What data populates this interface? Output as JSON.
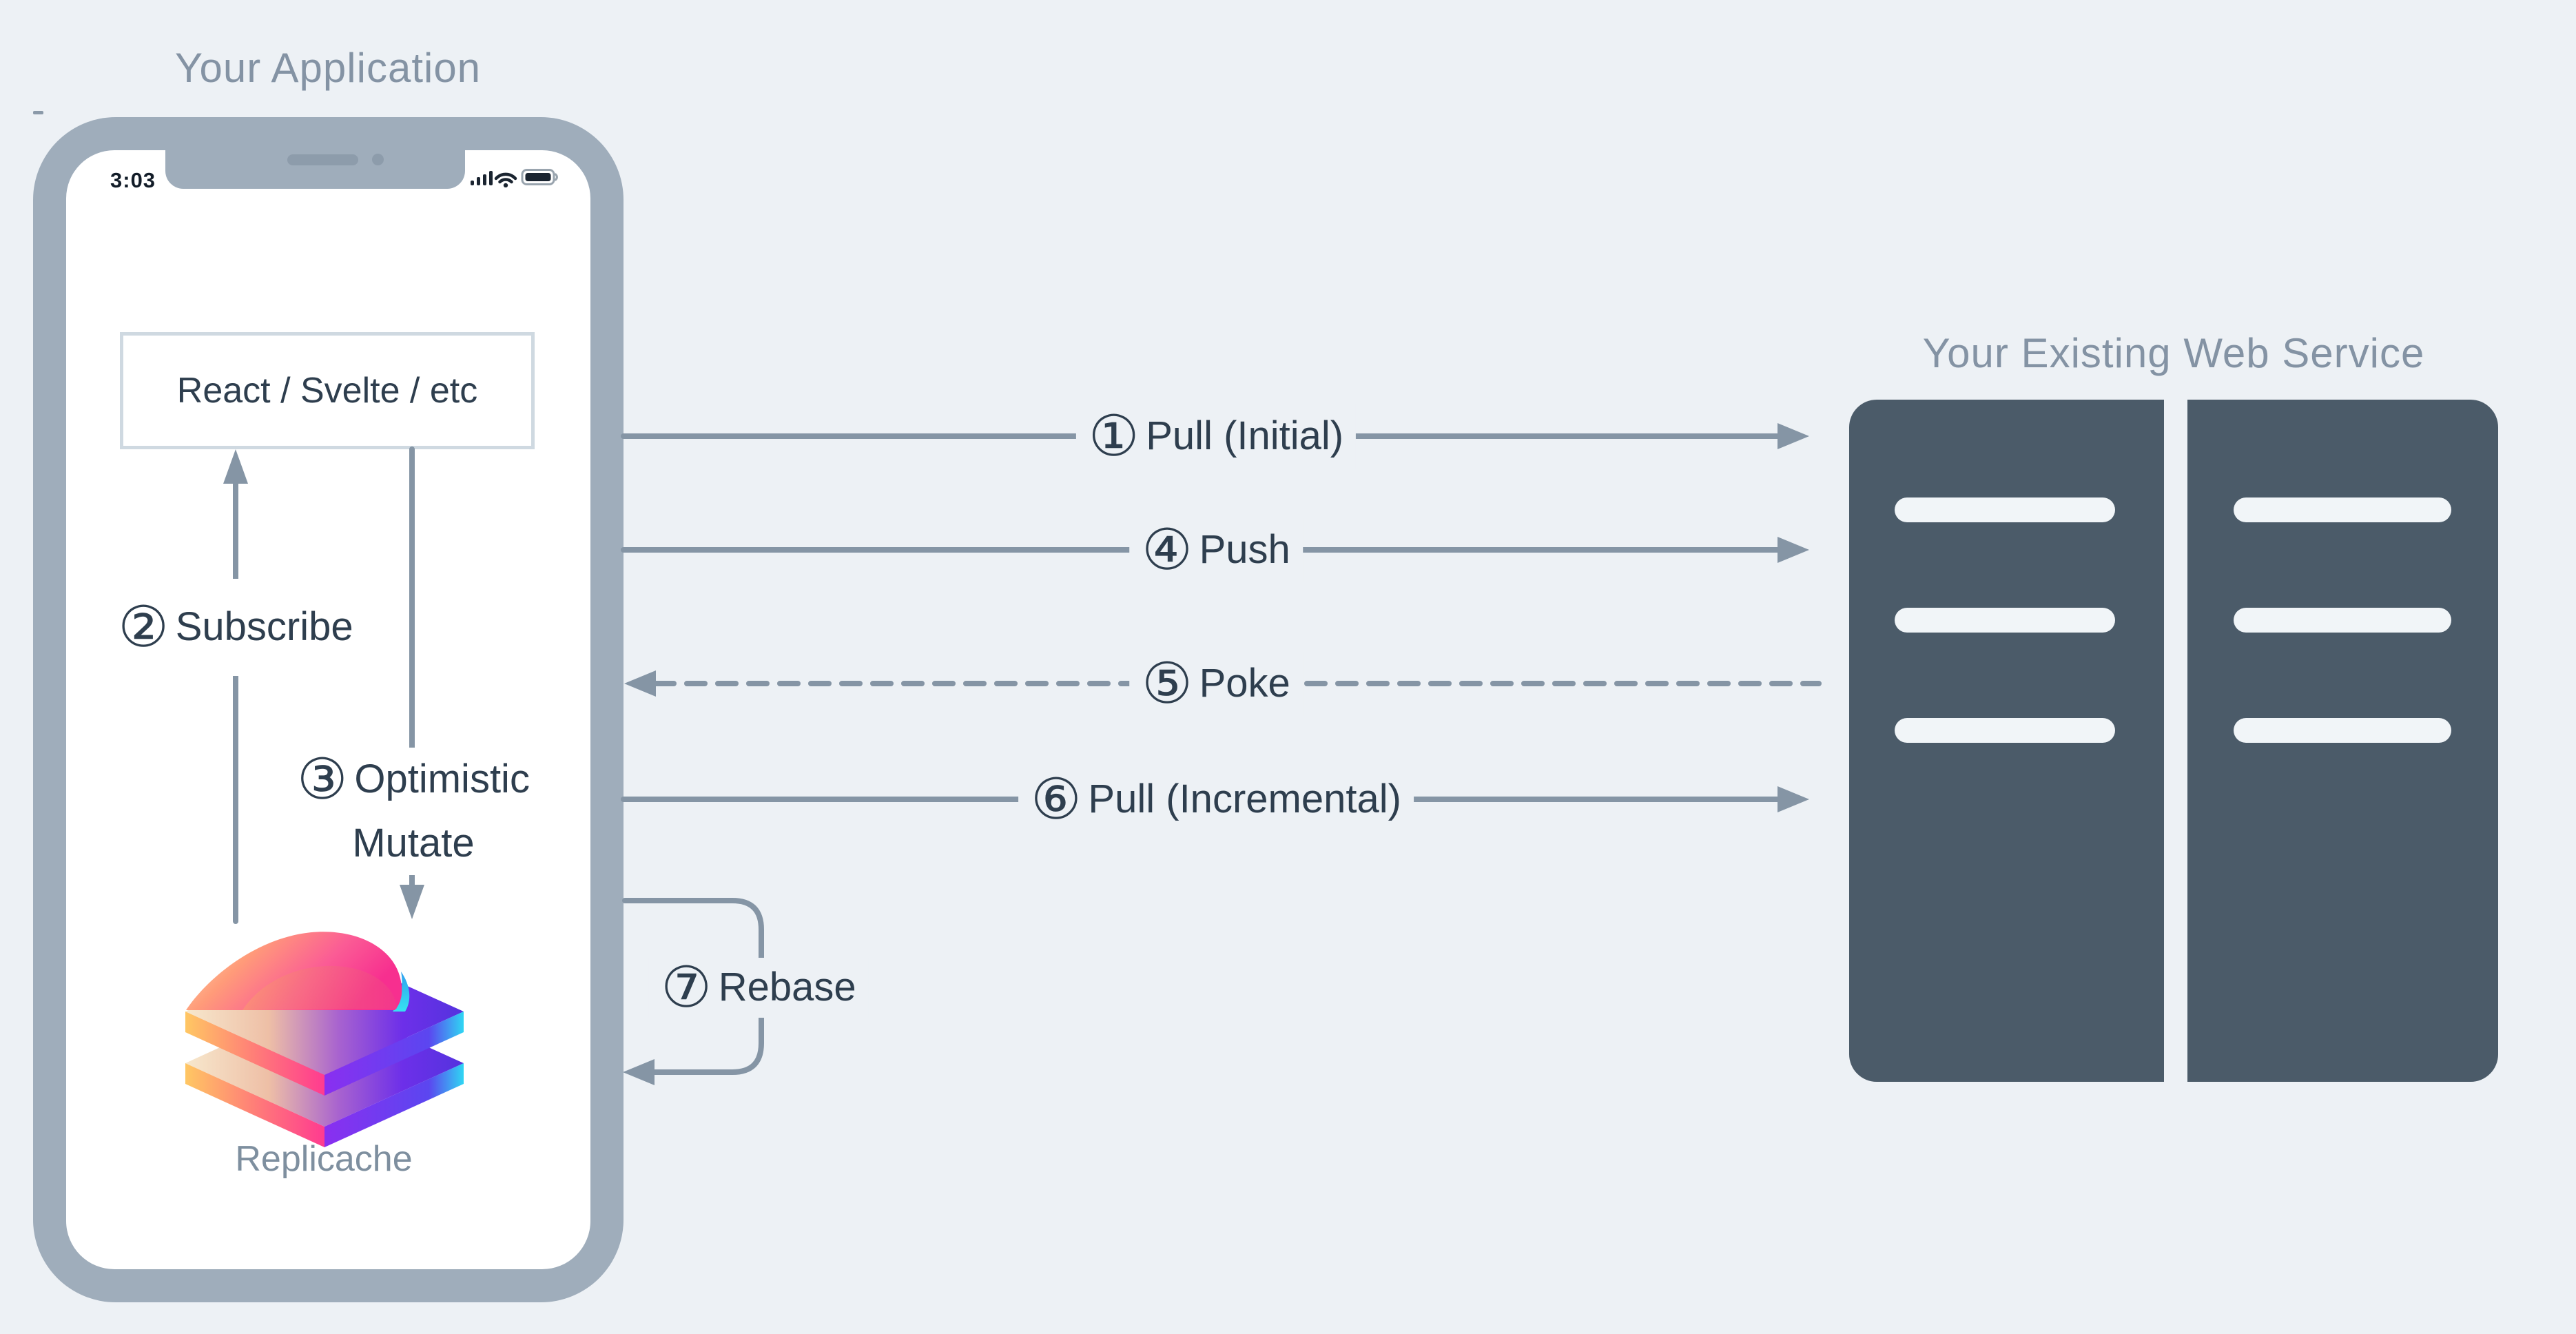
{
  "application": {
    "title": "Your Application",
    "phone": {
      "status_time": "3:03",
      "framework_box_label": "React / Svelte / etc",
      "logo_label": "Replicache"
    },
    "internal_flows": [
      {
        "num": "②",
        "text": "Subscribe",
        "direction": "up"
      },
      {
        "num": "③",
        "text": "Optimistic Mutate",
        "direction": "down"
      }
    ]
  },
  "network_flows": [
    {
      "num": "①",
      "text": "Pull (Initial)",
      "direction": "to-server",
      "line": "solid"
    },
    {
      "num": "④",
      "text": "Push",
      "direction": "to-server",
      "line": "solid"
    },
    {
      "num": "⑤",
      "text": "Poke",
      "direction": "to-client",
      "line": "dashed"
    },
    {
      "num": "⑥",
      "text": "Pull (Incremental)",
      "direction": "to-server",
      "line": "solid"
    },
    {
      "num": "⑦",
      "text": "Rebase",
      "direction": "loop",
      "line": "solid"
    }
  ],
  "web_service": {
    "title": "Your Existing Web Service"
  },
  "colors": {
    "background": "#edf1f5",
    "phone_bezel": "#9fadbb",
    "arrow_gray": "#8595a5",
    "heading_gray": "#8493a4",
    "dark_text": "#2e3e4e",
    "server_slate": "#4b5b69",
    "logo_orange": "#ffd9a6",
    "logo_pink": "#f72f8f",
    "logo_purple": "#6a2fe8",
    "logo_cyan": "#35e2f0"
  }
}
